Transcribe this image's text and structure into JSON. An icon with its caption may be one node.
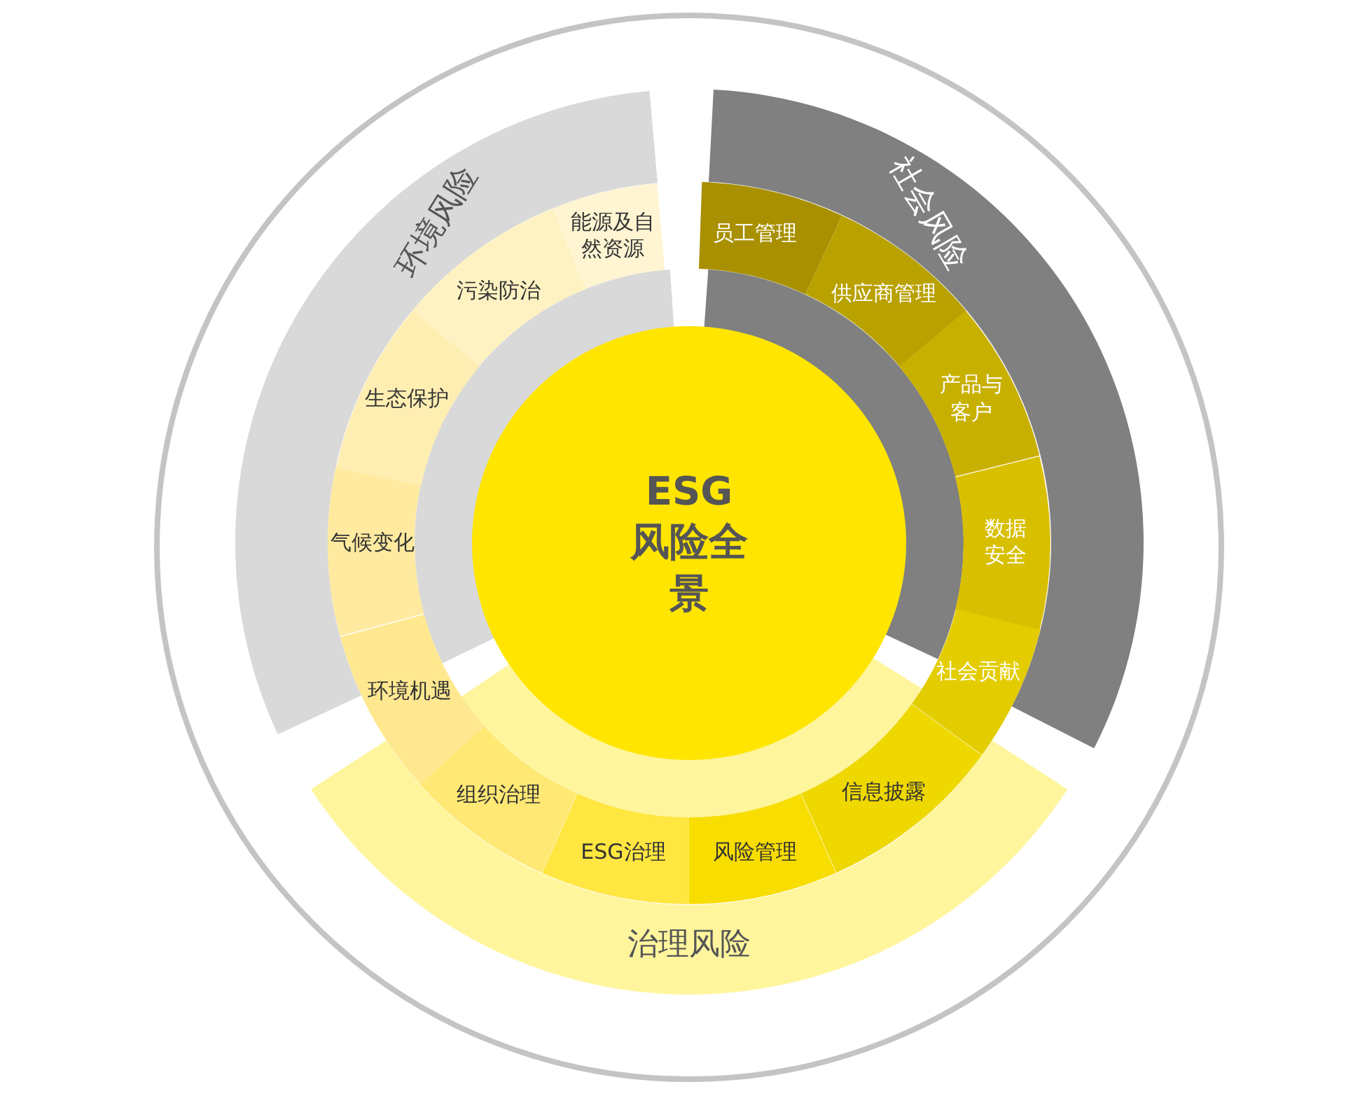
{
  "diagram": {
    "nodes": [
      {
        "text": [
          "ESG 风险全景"
        ]
      },
      {
        "text": [
          "环境风险"
        ]
      },
      {
        "text": [
          "社会风险"
        ]
      },
      {
        "text": [
          "治理风险"
        ]
      },
      {
        "text": [
          "能源及自然资源"
        ]
      },
      {
        "text": [
          "污染防治"
        ]
      },
      {
        "text": [
          "生态保护"
        ]
      },
      {
        "text": [
          "气候变化"
        ]
      },
      {
        "text": [
          "环境机遇"
        ]
      },
      {
        "text": [
          "员工管理"
        ]
      },
      {
        "text": [
          "供应商管理"
        ]
      },
      {
        "text": [
          "产品与客户"
        ]
      },
      {
        "text": [
          "数据安全"
        ]
      },
      {
        "text": [
          "社会贡献"
        ]
      },
      {
        "text": [
          "组织治理"
        ]
      },
      {
        "text": [
          "ESG治理"
        ]
      },
      {
        "text": [
          "风险管理"
        ]
      },
      {
        "text": [
          "信息披露"
        ]
      }
    ],
    "edges": []
  }
}
